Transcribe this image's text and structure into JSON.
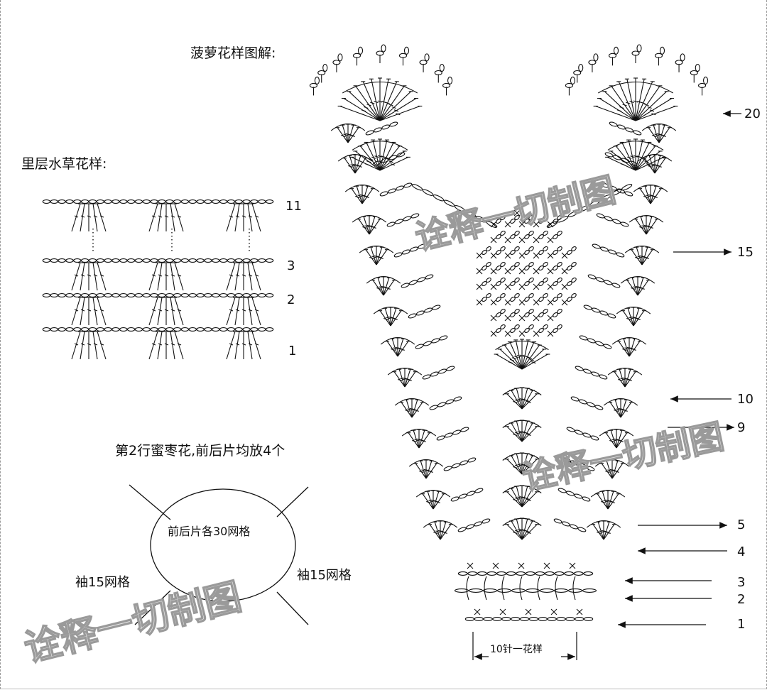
{
  "titles": {
    "main": "菠萝花样图解:",
    "inner": "里层水草花样:"
  },
  "inner_rows": [
    "11",
    "3",
    "2",
    "1"
  ],
  "note": "第2行蜜枣花,前后片均放4个",
  "ellipse": {
    "center": "前后片各30网格",
    "left": "袖15网格",
    "right": "袖15网格"
  },
  "pineapple_rows": [
    "20",
    "15",
    "10",
    "9",
    "5",
    "4",
    "3",
    "2",
    "1"
  ],
  "repeat_label": "10针一花样",
  "watermark": "诠释一切制图"
}
